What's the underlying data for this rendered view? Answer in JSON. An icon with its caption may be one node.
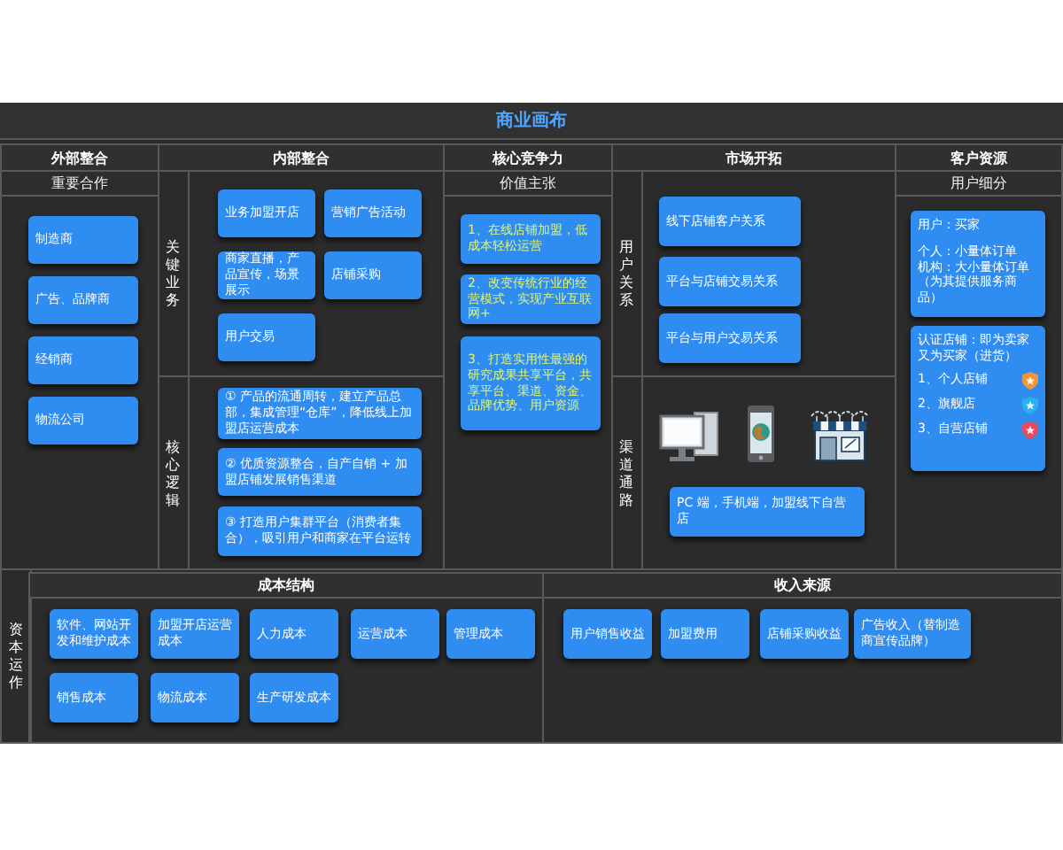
{
  "diagram": {
    "title": "商业画布",
    "nodes": [
      {
        "text": [
          "外部整合",
          "重要合作"
        ]
      },
      {
        "text": [
          "制造商"
        ],
        "in": 0
      },
      {
        "text": [
          "广告、品牌商"
        ],
        "in": 0
      },
      {
        "text": [
          "经销商"
        ],
        "in": 0
      },
      {
        "text": [
          "物流公司"
        ],
        "in": 0
      },
      {
        "text": [
          "内部整合"
        ]
      },
      {
        "text": [
          "关键业务"
        ],
        "in": 5
      },
      {
        "text": [
          "业务加盟开店"
        ],
        "in": 6
      },
      {
        "text": [
          "营销广告活动"
        ],
        "in": 6
      },
      {
        "text": [
          "商家直播，产品宣传，场景展示"
        ],
        "in": 6
      },
      {
        "text": [
          "店铺采购"
        ],
        "in": 6
      },
      {
        "text": [
          "用户交易"
        ],
        "in": 6
      },
      {
        "text": [
          "核心逻辑"
        ],
        "in": 5
      },
      {
        "text": [
          "① 产品的流通周转，建立产品总部，集成管理“仓库”，降低线上加盟店运营成本"
        ],
        "in": 12
      },
      {
        "text": [
          "② 优质资源整合，自产自销 + 加盟店铺发展销售渠道"
        ],
        "in": 12
      },
      {
        "text": [
          "③ 打造用户集群平台（消费者集合），吸引用户和商家在平台运转"
        ],
        "in": 12
      },
      {
        "text": [
          "核心竞争力",
          "价值主张"
        ]
      },
      {
        "text": [
          "1、在线店铺加盟，低成本轻松运营"
        ],
        "in": 16
      },
      {
        "text": [
          "2、改变传统行业的经营模式，实现产业互联网+"
        ],
        "in": 16
      },
      {
        "text": [
          "3、打造实用性最强的研究成果共享平台，共享平台、渠道、资金、品牌优势、用户资源"
        ],
        "in": 16
      },
      {
        "text": [
          "市场开拓"
        ]
      },
      {
        "text": [
          "用户关系"
        ],
        "in": 20
      },
      {
        "text": [
          "线下店铺客户关系"
        ],
        "in": 21
      },
      {
        "text": [
          "平台与店铺交易关系"
        ],
        "in": 21
      },
      {
        "text": [
          "平台与用户交易关系"
        ],
        "in": 21
      },
      {
        "text": [
          "渠道通路"
        ],
        "in": 20
      },
      {
        "text": [
          "PC 端，手机端，加盟线下自营店"
        ],
        "in": 25
      },
      {
        "text": [
          "客户资源",
          "用户细分"
        ]
      },
      {
        "text": [
          "用户：买家",
          "个人：小量体订单",
          "机构：大小量体订单（为其提供服务商品）"
        ],
        "in": 27
      },
      {
        "text": [
          "认证店铺：即为卖家又为买家（进货）",
          "1、个人店铺",
          "2、旗舰店",
          "3、自营店铺"
        ],
        "in": 27
      },
      {
        "text": [
          "资本运作"
        ]
      },
      {
        "text": [
          "成本结构"
        ],
        "in": 30
      },
      {
        "text": [
          "软件、网站开发和维护成本"
        ],
        "in": 31
      },
      {
        "text": [
          "加盟开店运营成本"
        ],
        "in": 31
      },
      {
        "text": [
          "人力成本"
        ],
        "in": 31
      },
      {
        "text": [
          "运营成本"
        ],
        "in": 31
      },
      {
        "text": [
          "管理成本"
        ],
        "in": 31
      },
      {
        "text": [
          "销售成本"
        ],
        "in": 31
      },
      {
        "text": [
          "物流成本"
        ],
        "in": 31
      },
      {
        "text": [
          "生产研发成本"
        ],
        "in": 31
      },
      {
        "text": [
          "收入来源"
        ],
        "in": 30
      },
      {
        "text": [
          "用户销售收益"
        ],
        "in": 40
      },
      {
        "text": [
          "加盟费用"
        ],
        "in": 40
      },
      {
        "text": [
          "店铺采购收益"
        ],
        "in": 40
      },
      {
        "text": [
          "广告收入（替制造商宣传品牌）"
        ],
        "in": 40
      }
    ]
  }
}
